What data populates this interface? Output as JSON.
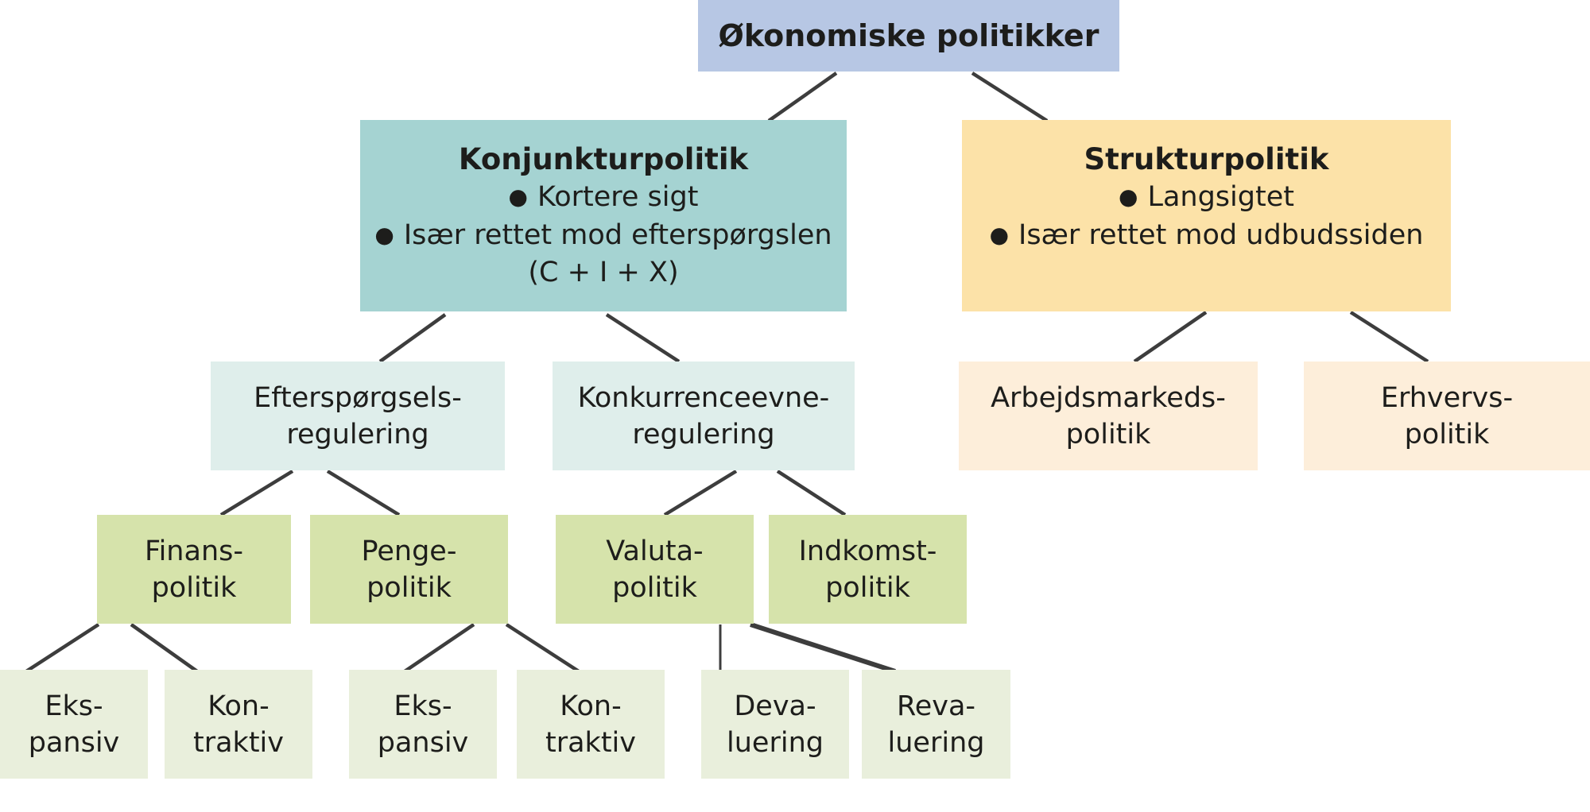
{
  "boxes": {
    "root": {
      "label": "Økonomiske politikker"
    },
    "konjunktur": {
      "title": "Konjunkturpolitik",
      "bullet1": "Kortere sigt",
      "bullet2": "Især rettet mod efterspørgslen",
      "formula": "(C + I + X)"
    },
    "struktur": {
      "title": "Strukturpolitik",
      "bullet1": "Langsigtet",
      "bullet2": "Især rettet mod udbudssiden"
    },
    "efterspoergsel": {
      "line1": "Efterspørgsels-",
      "line2": "regulering"
    },
    "konkurrence": {
      "line1": "Konkurrenceevne-",
      "line2": "regulering"
    },
    "arbejdsmarked": {
      "line1": "Arbejdsmarkeds-",
      "line2": "politik"
    },
    "erhverv": {
      "line1": "Erhvervs-",
      "line2": "politik"
    },
    "finans": {
      "line1": "Finans-",
      "line2": "politik"
    },
    "penge": {
      "line1": "Penge-",
      "line2": "politik"
    },
    "valuta": {
      "line1": "Valuta-",
      "line2": "politik"
    },
    "indkomst": {
      "line1": "Indkomst-",
      "line2": "politik"
    },
    "eks1": {
      "line1": "Eks-",
      "line2": "pansiv"
    },
    "kon1": {
      "line1": "Kon-",
      "line2": "traktiv"
    },
    "eks2": {
      "line1": "Eks-",
      "line2": "pansiv"
    },
    "kon2": {
      "line1": "Kon-",
      "line2": "traktiv"
    },
    "deva": {
      "line1": "Deva-",
      "line2": "luering"
    },
    "reva": {
      "line1": "Reva-",
      "line2": "luering"
    }
  },
  "icons": {
    "bullet": "●"
  },
  "colors": {
    "root_bg": "#b7c7e4",
    "konjunktur_bg": "#a5d3d2",
    "struktur_bg": "#fce2a8",
    "level2_teal_bg": "#dfeeeb",
    "level2_orange_bg": "#fdeeda",
    "level3_green_bg": "#d6e3ab",
    "level4_green_bg": "#e9efdc",
    "line": "#3d3d3d",
    "text": "#1d1d1b"
  }
}
